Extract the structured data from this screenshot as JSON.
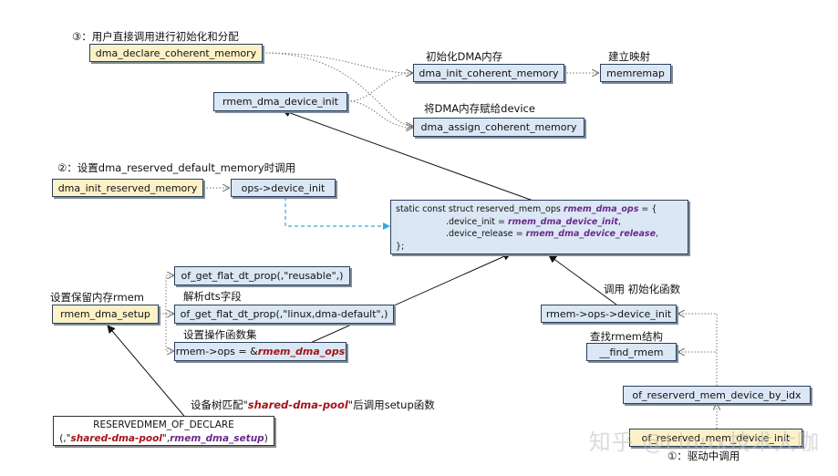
{
  "labels": {
    "step3": "③：用户直接调用进行初始化和分配",
    "init_dma_mem": "初始化DMA内存",
    "build_map": "建立映射",
    "assign_dma": "将DMA内存赋给device",
    "step2": "②：设置dma_reserved_default_memory时调用",
    "set_reserved": "设置保留内存rmem",
    "parse_dts": "解析dts字段",
    "set_ops": "设置操作函数集",
    "call_init": "调用 初始化函数",
    "find_rmem": "查找rmem结构",
    "match_part1": "设备树匹配\"",
    "match_part2": "shared-dma-pool",
    "match_part3": "\"后调用setup函数",
    "step1": "①：驱动中调用"
  },
  "boxes": {
    "dma_declare": "dma_declare_coherent_memory",
    "dma_init_coherent": "dma_init_coherent_memory",
    "memremap": "memremap",
    "rmem_dma_device_init": "rmem_dma_device_init",
    "dma_assign": "dma_assign_coherent_memory",
    "dma_init_reserved": "dma_init_reserved_memory",
    "ops_device_init": "ops->device_init",
    "rmem_dma_setup": "rmem_dma_setup",
    "prop_reusable": "of_get_flat_dt_prop(,\"reusable\",)",
    "prop_linux": "of_get_flat_dt_prop(,\"linux,dma-default\",)",
    "rmem_ops_prefix": "rmem->ops = &",
    "rmem_ops_value": "rmem_dma_ops",
    "rmem_ops_device_init": "rmem->ops->device_init",
    "find_rmem": "__find_rmem",
    "of_reserved_idx": "of_reserverd_mem_device_by_idx",
    "of_reserved_init": "of_reserved_mem_device_init"
  },
  "struct": {
    "line1_prefix": "static const struct reserved_mem_ops ",
    "line1_name": "rmem_dma_ops",
    "line1_suffix": " = {",
    "line2_prefix": ".device_init = ",
    "line2_value": "rmem_dma_device_init",
    "line2_suffix": ",",
    "line3_prefix": ".device_release = ",
    "line3_value": "rmem_dma_device_release",
    "line3_suffix": ",",
    "line4": "};"
  },
  "declare": {
    "line1": "RESERVEDMEM_OF_DECLARE",
    "line2_prefix": "(,\"",
    "line2_red": "shared-dma-pool",
    "line2_mid": "\",",
    "line2_purple": "rmem_dma_setup",
    "line2_suffix": ")"
  },
  "watermark": "知乎 @Linux技术大咖",
  "colors": {
    "box_blue": "#dbe7f4",
    "box_yellow": "#fdf1c7",
    "emphasis_purple": "#6a2b8a",
    "emphasis_red": "#a3151a",
    "dashed_arrow": "#3aa7dc"
  }
}
